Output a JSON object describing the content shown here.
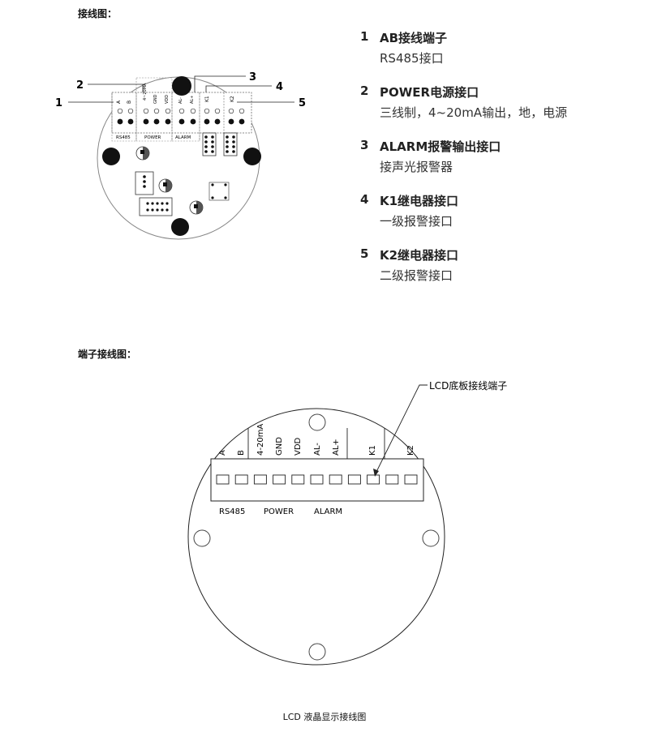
{
  "section1_title": "接线图：",
  "section2_title": "端子接线图：",
  "pcb": {
    "callouts": [
      "1",
      "2",
      "3",
      "4",
      "5"
    ],
    "pin_labels": [
      "A",
      "B",
      "4~20MA",
      "GND",
      "VDD",
      "AL-",
      "AL+",
      "K1",
      "K2"
    ],
    "group_labels": [
      "RS485",
      "POWER",
      "ALARM"
    ]
  },
  "legend": [
    {
      "num": "1",
      "head": "AB接线端子",
      "desc": "RS485接口"
    },
    {
      "num": "2",
      "head": "POWER电源接口",
      "desc": "三线制，4~20mA输出，地，电源"
    },
    {
      "num": "3",
      "head": "ALARM报警输出接口",
      "desc": "接声光报警器"
    },
    {
      "num": "4",
      "head": "K1继电器接口",
      "desc": "一级报警接口"
    },
    {
      "num": "5",
      "head": "K2继电器接口",
      "desc": "二级报警接口"
    }
  ],
  "lcd": {
    "pointer_label": "LCD底板接线端子",
    "pins": [
      "A",
      "B",
      "4-20mA",
      "GND",
      "VDD",
      "AL-",
      "AL+",
      "K1",
      "K2"
    ],
    "groups": [
      "RS485",
      "POWER",
      "ALARM"
    ],
    "caption": "LCD 液晶显示接线图"
  },
  "colors": {
    "line": "#222222",
    "circle": "#555555"
  }
}
